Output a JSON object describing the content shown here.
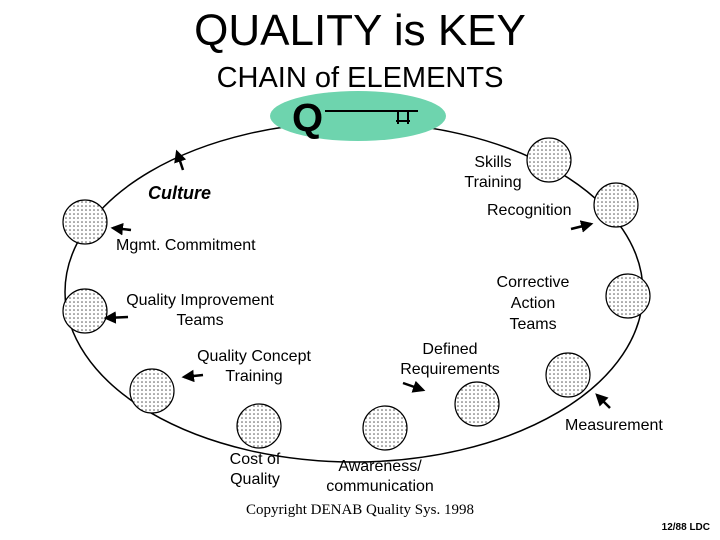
{
  "title": "QUALITY is KEY",
  "subtitle": "CHAIN of ELEMENTS",
  "key_badge": {
    "letter": "Q",
    "color": "#6ed4ae"
  },
  "elements": {
    "culture": "Culture",
    "skills_training": "Skills\nTraining",
    "recognition": "Recognition",
    "mgmt_commitment": "Mgmt. Commitment",
    "corrective_action_teams": "Corrective\nAction\nTeams",
    "quality_improvement_teams": "Quality Improvement\nTeams",
    "quality_concept_training": "Quality Concept\nTraining",
    "defined_requirements": "Defined\nRequirements",
    "measurement": "Measurement",
    "cost_of_quality": "Cost of\nQuality",
    "awareness_communication": "Awareness/\ncommunication"
  },
  "copyright": "Copyright DENAB Quality Sys. 1998",
  "slide_number": "12/88 LDC"
}
